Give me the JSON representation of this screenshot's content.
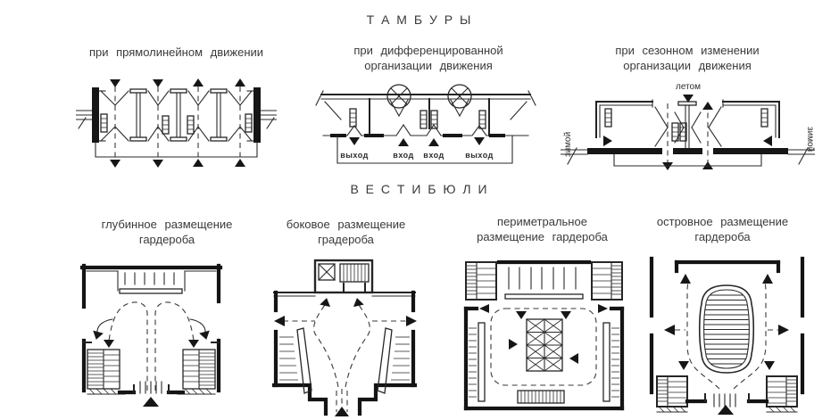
{
  "figure": {
    "background": "#ffffff",
    "ink": "#1e1e1e"
  },
  "tambours": {
    "title": "Т А М Б У Р Ы",
    "straight": {
      "caption": [
        "при  прямолинейном  движении"
      ]
    },
    "differentiated": {
      "caption": [
        "при  дифференцированной",
        "организации  движения"
      ],
      "labels": {
        "exit": "выход",
        "entry": "вход"
      }
    },
    "seasonal": {
      "caption": [
        "при  сезонном  изменении",
        "организации  движения"
      ],
      "labels": {
        "summer": "летом",
        "winter": "зимой"
      }
    }
  },
  "vestibules": {
    "title": "В Е С Т И Б Ю Л И",
    "deep": {
      "caption": [
        "глубинное  размещение",
        "гардероба"
      ]
    },
    "side": {
      "caption": [
        "боковое  размещение",
        "градероба"
      ]
    },
    "perimeter": {
      "caption": [
        "периметральное",
        "размещение  гардероба"
      ]
    },
    "island": {
      "caption": [
        "островное  размещение",
        "гардероба"
      ]
    }
  }
}
